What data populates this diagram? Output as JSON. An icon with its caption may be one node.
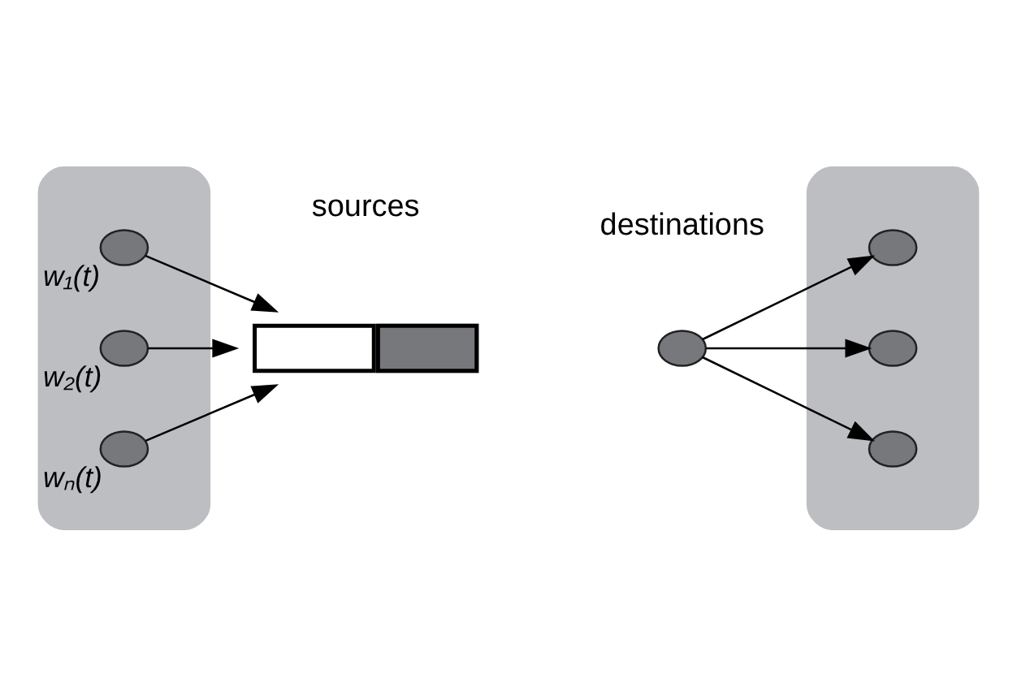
{
  "diagram": {
    "nodes": [
      {
        "text": [],
        "shape": "ellipse"
      },
      {
        "text": [],
        "shape": "circle",
        "in": 0,
        "beside": [
          "w₁(t)"
        ]
      },
      {
        "text": [],
        "shape": "circle",
        "in": 0,
        "beside": [
          "w₂(t)"
        ]
      },
      {
        "text": [],
        "shape": "circle",
        "in": 0,
        "beside": [
          "wₙ(t)"
        ]
      },
      {
        "text": [],
        "shape": "box"
      },
      {
        "text": [],
        "shape": "circle"
      },
      {
        "text": [],
        "shape": "ellipse"
      },
      {
        "text": [],
        "shape": "circle",
        "in": 6
      },
      {
        "text": [],
        "shape": "circle",
        "in": 6
      },
      {
        "text": [],
        "shape": "circle",
        "in": 6
      }
    ],
    "edges": [
      {
        "from": 1,
        "to": 4,
        "arrow": "to"
      },
      {
        "from": 2,
        "to": 4,
        "arrow": "to"
      },
      {
        "from": 3,
        "to": 4,
        "arrow": "to"
      },
      {
        "from": 5,
        "to": 7,
        "arrow": "to"
      },
      {
        "from": 5,
        "to": 8,
        "arrow": "to"
      },
      {
        "from": 5,
        "to": 9,
        "arrow": "to"
      }
    ],
    "labels": [
      "sources",
      "destinations"
    ]
  }
}
